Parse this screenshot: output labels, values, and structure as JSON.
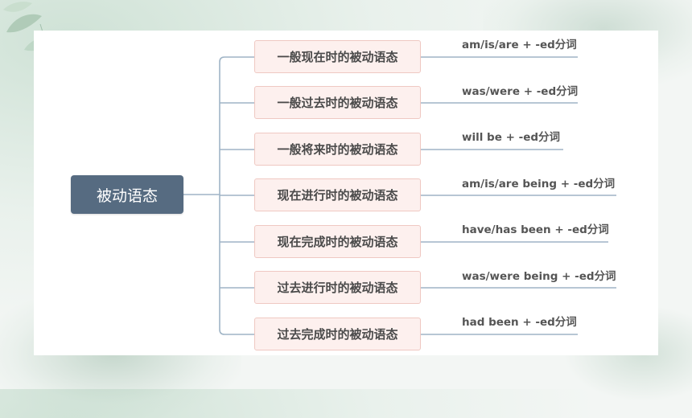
{
  "mindmap": {
    "root": "被动语态",
    "branches": [
      {
        "label": "一般现在时的被动语态",
        "formula": "am/is/are + -ed分词"
      },
      {
        "label": "一般过去时的被动语态",
        "formula": "was/were + -ed分词"
      },
      {
        "label": "一般将来时的被动语态",
        "formula": "will be + -ed分词"
      },
      {
        "label": "现在进行时的被动语态",
        "formula": "am/is/are being + -ed分词"
      },
      {
        "label": "现在完成时的被动语态",
        "formula": "have/has been + -ed分词"
      },
      {
        "label": "过去进行时的被动语态",
        "formula": "was/were being + -ed分词"
      },
      {
        "label": "过去完成时的被动语态",
        "formula": "had been + -ed分词"
      }
    ]
  },
  "colors": {
    "root_fill": "#566b81",
    "branch_fill": "#fdf0ee",
    "branch_border": "#efc8c2",
    "connector": "#9fb4c6"
  }
}
